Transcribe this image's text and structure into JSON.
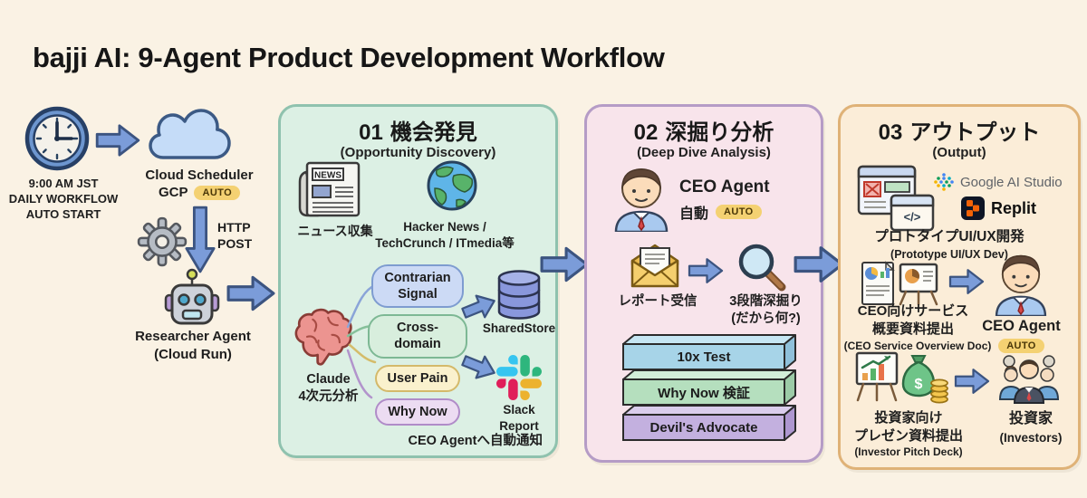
{
  "title": "bajji AI: 9-Agent Product Development Workflow",
  "colors": {
    "background": "#FAF2E4",
    "arrow_fill": "#7B9CD9",
    "arrow_stroke": "#3C5480",
    "auto_badge_bg": "#F4D172",
    "panel1_bg": "#DCF0E4",
    "panel1_border": "#8FC2AE",
    "panel2_bg": "#F8E4EB",
    "panel2_border": "#B59CC6",
    "pan3_unused": "#000000",
    "panel3_bg": "#FBEDD8",
    "panel3_border": "#DFB277"
  },
  "left_flow": {
    "schedule_lines": "9:00 AM JST\nDAILY WORKFLOW\nAUTO START",
    "scheduler_name": "Cloud Scheduler",
    "scheduler_platform": "GCP",
    "auto_badge": "AUTO",
    "http_method": "HTTP\nPOST",
    "researcher_name": "Researcher Agent\n(Cloud Run)"
  },
  "panel1": {
    "number": "01",
    "title_ja": "機会発見",
    "subtitle": "(Opportunity Discovery)",
    "news_masthead": "NEWS",
    "news_label": "ニュース収集",
    "sources_label": "Hacker News /\nTechCrunch / ITmedia等",
    "brain_label": "Claude\n4次元分析",
    "pills": [
      {
        "label": "Contrarian\nSignal",
        "bg": "#CCDAF5",
        "border": "#7E9CD0"
      },
      {
        "label": "Cross-domain",
        "bg": "#D8EEDD",
        "border": "#7DB894"
      },
      {
        "label": "User Pain",
        "bg": "#FAF1CD",
        "border": "#D4B96A"
      },
      {
        "label": "Why Now",
        "bg": "#ECDCF2",
        "border": "#B08CC8"
      }
    ],
    "store_label": "SharedStore",
    "slack_label": "Slack\nReport",
    "footer_note": "CEO Agentへ自動通知"
  },
  "panel2": {
    "number": "02",
    "title_ja": "深掘り分析",
    "subtitle": "(Deep Dive Analysis)",
    "agent_name": "CEO Agent",
    "agent_mode": "自動",
    "auto_badge": "AUTO",
    "report_label": "レポート受信",
    "deepdive_label": "3段階深掘り\n(だから何?)",
    "tests": [
      {
        "label": "10x Test",
        "face": "#A7D4E8",
        "top": "#C6E6F3",
        "side": "#8FC0DA"
      },
      {
        "label": "Why Now 検証",
        "face": "#B5DFBE",
        "top": "#D2EDD8",
        "side": "#9CCBA7"
      },
      {
        "label": "Devil's Advocate",
        "face": "#C3B0DF",
        "top": "#DACDEC",
        "side": "#AE97D0"
      }
    ]
  },
  "panel3": {
    "number": "03",
    "title_ja": "アウトプット",
    "subtitle": "(Output)",
    "tool_google": "Google AI Studio",
    "tool_replit": "Replit",
    "code_glyph": "</>",
    "proto_label_ja": "プロトタイプUI/UX開発",
    "proto_label_en": "(Prototype UI/UX Dev)",
    "ceo_doc_ja": "CEO向けサービス\n概要資料提出",
    "ceo_doc_en": "(CEO Service Overview Doc)",
    "ceo_agent_name": "CEO Agent",
    "auto_badge": "AUTO",
    "money_symbol": "$",
    "pitch_ja": "投資家向け\nプレゼン資料提出",
    "pitch_en": "(Investor Pitch Deck)",
    "investors_ja": "投資家",
    "investors_en": "(Investors)"
  }
}
